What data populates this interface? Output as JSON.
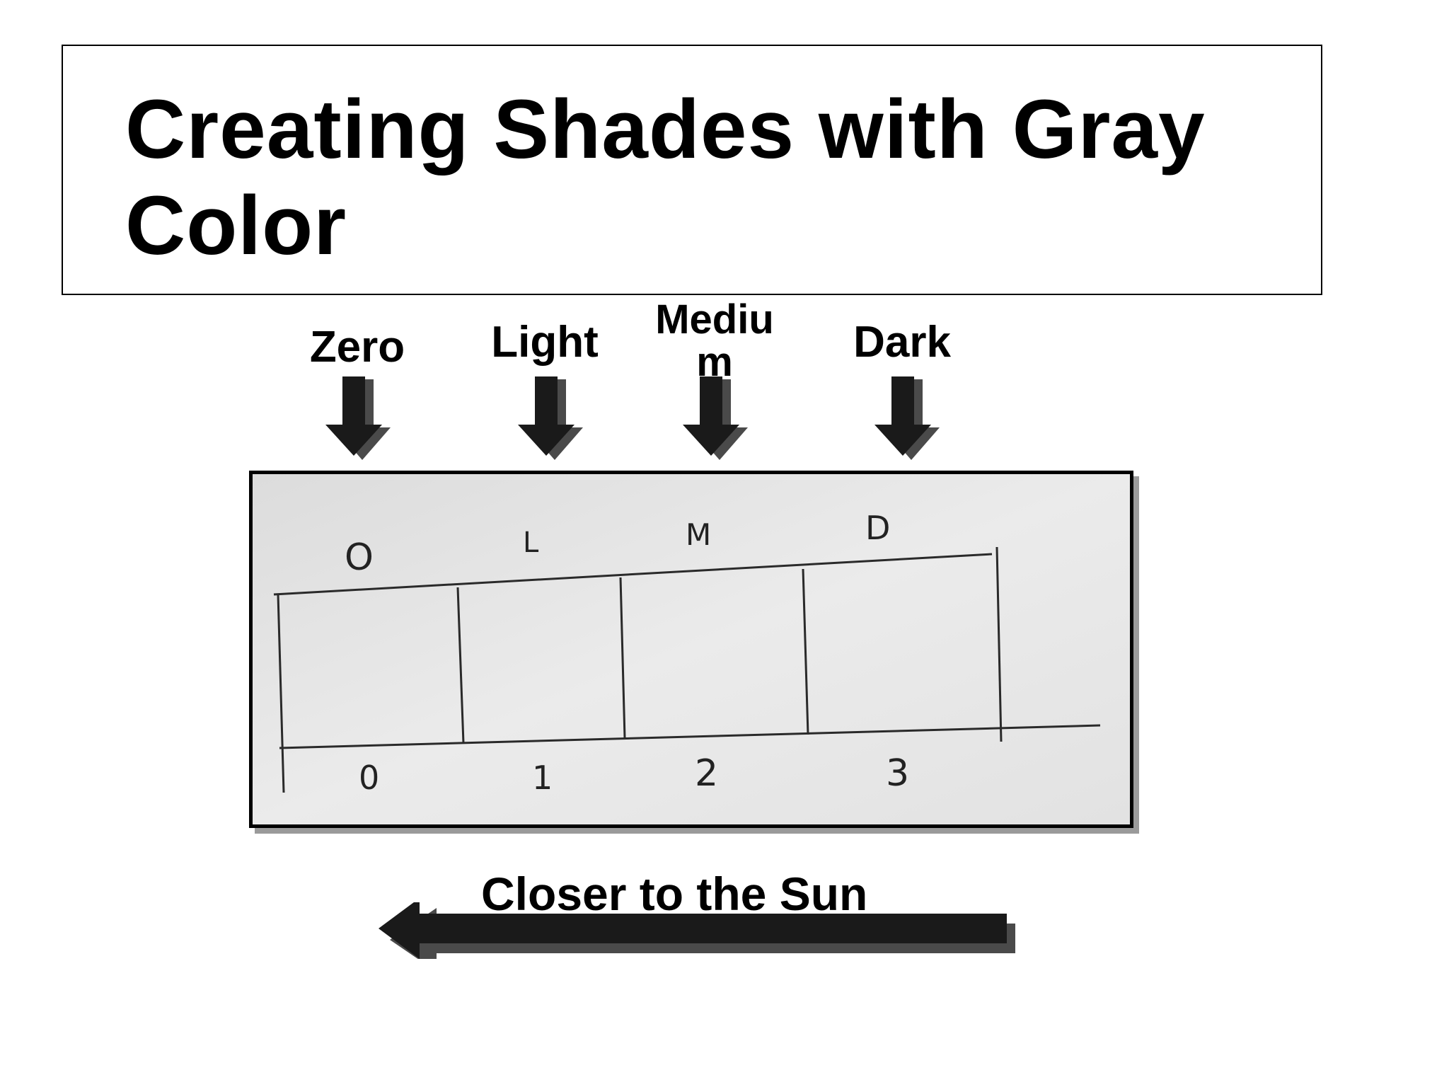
{
  "slide": {
    "title": "Creating Shades with Gray Color"
  },
  "shade_labels": {
    "zero": "Zero",
    "light": "Light",
    "medium": "Mediu m",
    "dark": "Dark"
  },
  "sketch": {
    "top_letters": [
      "O",
      "L",
      "M",
      "D"
    ],
    "bottom_numbers": [
      "0",
      "1",
      "2",
      "3"
    ]
  },
  "direction": {
    "label": "Closer to the Sun",
    "arrow_direction": "left"
  },
  "colors": {
    "arrow_fill": "#1a1a1a",
    "arrow_shadow": "#4a4a4a",
    "paper": "#e6e6e6",
    "text": "#000000"
  }
}
